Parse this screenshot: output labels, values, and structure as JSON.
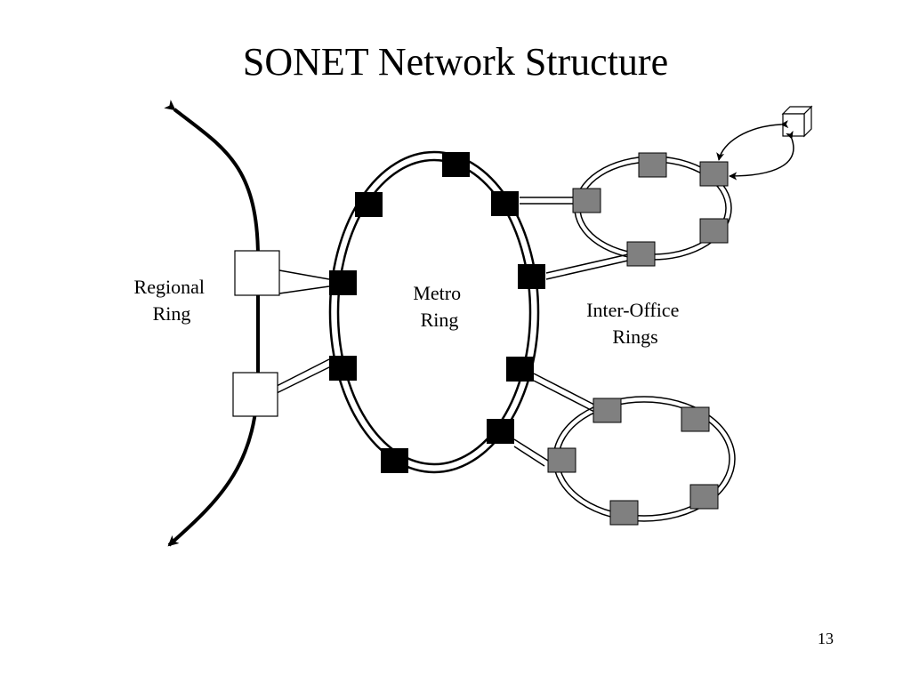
{
  "slide": {
    "title": "SONET Network Structure",
    "page_number": "13"
  },
  "labels": {
    "regional_ring": [
      "Regional",
      "Ring"
    ],
    "metro_ring": [
      "Metro",
      "Ring"
    ],
    "inter_office_rings": [
      "Inter-Office",
      "Rings"
    ]
  },
  "colors": {
    "metro_node": "#000000",
    "inter_office_node": "#808080",
    "regional_node": "#ffffff",
    "line": "#000000"
  }
}
